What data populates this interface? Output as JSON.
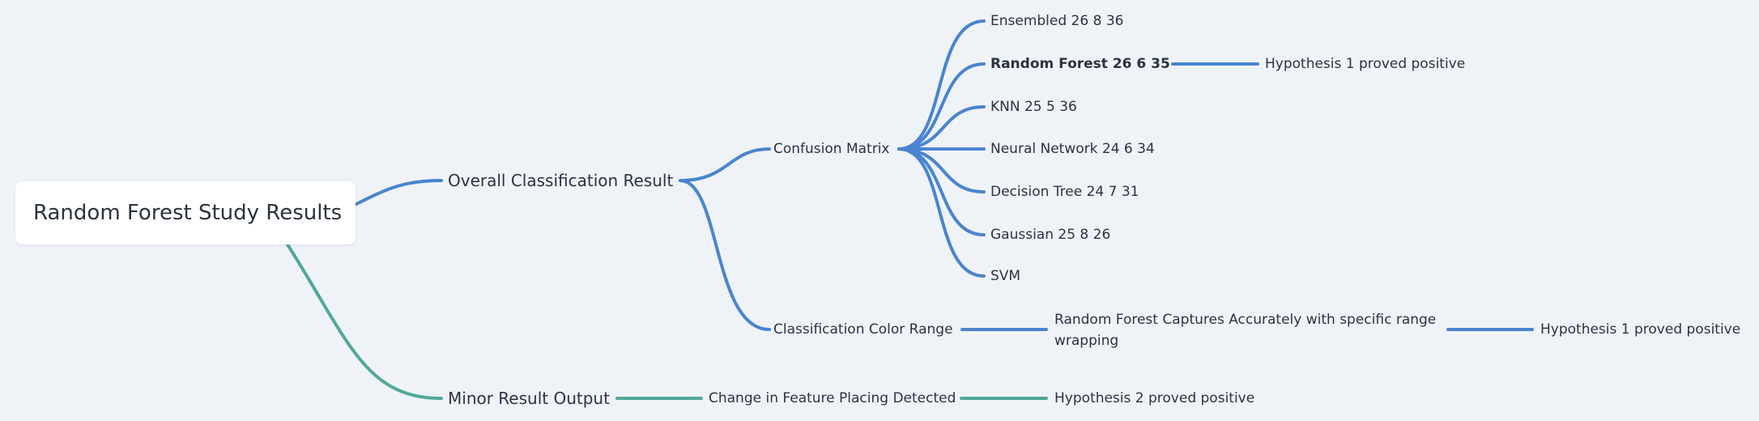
{
  "colors": {
    "blue_branch": "#4a84cf",
    "teal_branch": "#52a89a",
    "background": "#eff3f7"
  },
  "root": {
    "label": "Random Forest Study Results"
  },
  "overall": {
    "label": "Overall Classification Result",
    "confusion": {
      "label": "Confusion Matrix",
      "items": [
        "Ensembled  26  8  36",
        "Random Forest  26  6  35",
        "KNN  25  5  36",
        "Neural Network  24  6  34",
        "Decision Tree 24 7 31",
        "Gaussian 25 8 26",
        "SVM"
      ],
      "rf_hypothesis": "Hypothesis 1 proved positive"
    },
    "color_range": {
      "label": "Classification Color Range",
      "finding": "Random Forest Captures Accurately with specific range wrapping",
      "hypothesis": "Hypothesis 1 proved positive"
    }
  },
  "minor": {
    "label": "Minor Result Output",
    "change": "Change in Feature Placing Detected",
    "hypothesis": "Hypothesis 2 proved positive"
  }
}
